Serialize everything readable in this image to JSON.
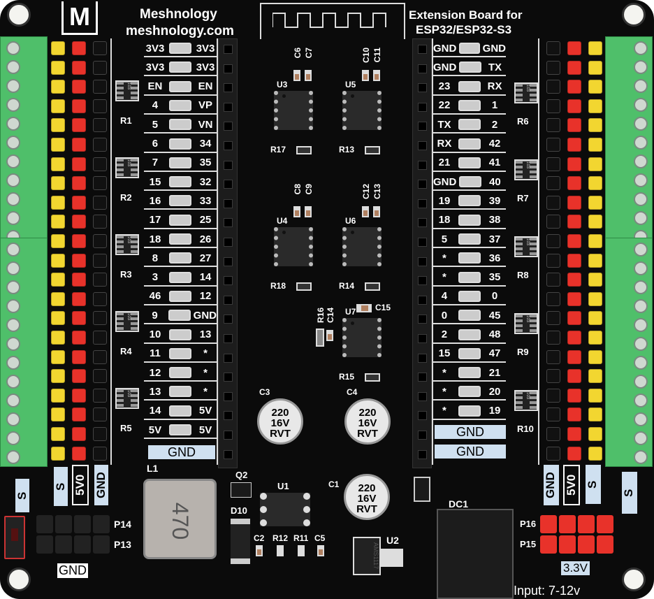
{
  "brand": {
    "name": "Meshnology",
    "url": "meshnology.com",
    "logo_letter": "M"
  },
  "board_title": {
    "line1": "Extension Board for",
    "line2": "ESP32/ESP32-S3"
  },
  "left_pins": [
    [
      "3V3",
      "3V3"
    ],
    [
      "3V3",
      "3V3"
    ],
    [
      "EN",
      "EN"
    ],
    [
      "4",
      "VP"
    ],
    [
      "5",
      "VN"
    ],
    [
      "6",
      "34"
    ],
    [
      "7",
      "35"
    ],
    [
      "15",
      "32"
    ],
    [
      "16",
      "33"
    ],
    [
      "17",
      "25"
    ],
    [
      "18",
      "26"
    ],
    [
      "8",
      "27"
    ],
    [
      "3",
      "14"
    ],
    [
      "46",
      "12"
    ],
    [
      "9",
      "GND"
    ],
    [
      "10",
      "13"
    ],
    [
      "11",
      "*"
    ],
    [
      "12",
      "*"
    ],
    [
      "13",
      "*"
    ],
    [
      "14",
      "5V"
    ],
    [
      "5V",
      "5V"
    ]
  ],
  "left_footer": "GND",
  "right_pins": [
    [
      "GND",
      "GND"
    ],
    [
      "GND",
      "TX"
    ],
    [
      "23",
      "RX"
    ],
    [
      "22",
      "1"
    ],
    [
      "TX",
      "2"
    ],
    [
      "RX",
      "42"
    ],
    [
      "21",
      "41"
    ],
    [
      "GND",
      "40"
    ],
    [
      "19",
      "39"
    ],
    [
      "18",
      "38"
    ],
    [
      "5",
      "37"
    ],
    [
      "*",
      "36"
    ],
    [
      "*",
      "35"
    ],
    [
      "4",
      "0"
    ],
    [
      "0",
      "45"
    ],
    [
      "2",
      "48"
    ],
    [
      "15",
      "47"
    ],
    [
      "*",
      "21"
    ],
    [
      "*",
      "20"
    ],
    [
      "*",
      "19"
    ]
  ],
  "right_footer": [
    "GND",
    "GND"
  ],
  "resistor_networks": {
    "left": [
      "R1",
      "R2",
      "R3",
      "R4",
      "R5"
    ],
    "right": [
      "R6",
      "R7",
      "R8",
      "R9",
      "R10"
    ],
    "marking": "103"
  },
  "chips": [
    {
      "ref": "U3",
      "caps": [
        "C6",
        "C7"
      ],
      "res": "R17"
    },
    {
      "ref": "U5",
      "caps": [
        "C10",
        "C11"
      ],
      "res": "R13"
    },
    {
      "ref": "U4",
      "caps": [
        "C8",
        "C9"
      ],
      "res": "R18"
    },
    {
      "ref": "U6",
      "caps": [
        "C12",
        "C13"
      ],
      "res": "R14"
    },
    {
      "ref": "U7",
      "caps": [
        "C15"
      ],
      "res": "R15"
    }
  ],
  "misc_labels": {
    "r16": "R16",
    "c14": "C14"
  },
  "electrolytic_caps": [
    {
      "ref": "C3",
      "lines": [
        "220",
        "16V",
        "RVT"
      ]
    },
    {
      "ref": "C4",
      "lines": [
        "220",
        "16V",
        "RVT"
      ]
    },
    {
      "ref": "C1",
      "lines": [
        "220",
        "16V",
        "RVT"
      ]
    }
  ],
  "bottom": {
    "l1": "L1",
    "l1_marking": "470",
    "q2": "Q2",
    "u1": "U1",
    "d10": "D10",
    "c2": "C2",
    "r12": "R12",
    "r11": "R11",
    "c5": "C5",
    "u2": "U2",
    "u2_marking": "AMS1117",
    "dc1": "DC1",
    "p14": "P14",
    "p13": "P13",
    "p16": "P16",
    "p15": "P15",
    "gnd_label": "GND",
    "v33_label": "3.3V",
    "input_label": "Input: 7-12v",
    "u1_top": "U1"
  },
  "header_columns": {
    "signal": "S",
    "power": "5V0",
    "ground": "GND"
  },
  "colors": {
    "board": "#0b0b0b",
    "terminal": "#4fbf6a",
    "yellow": "#f2d630",
    "red": "#e8322a",
    "silk": "#ffffff",
    "label_fill": "#cfe0f0"
  }
}
